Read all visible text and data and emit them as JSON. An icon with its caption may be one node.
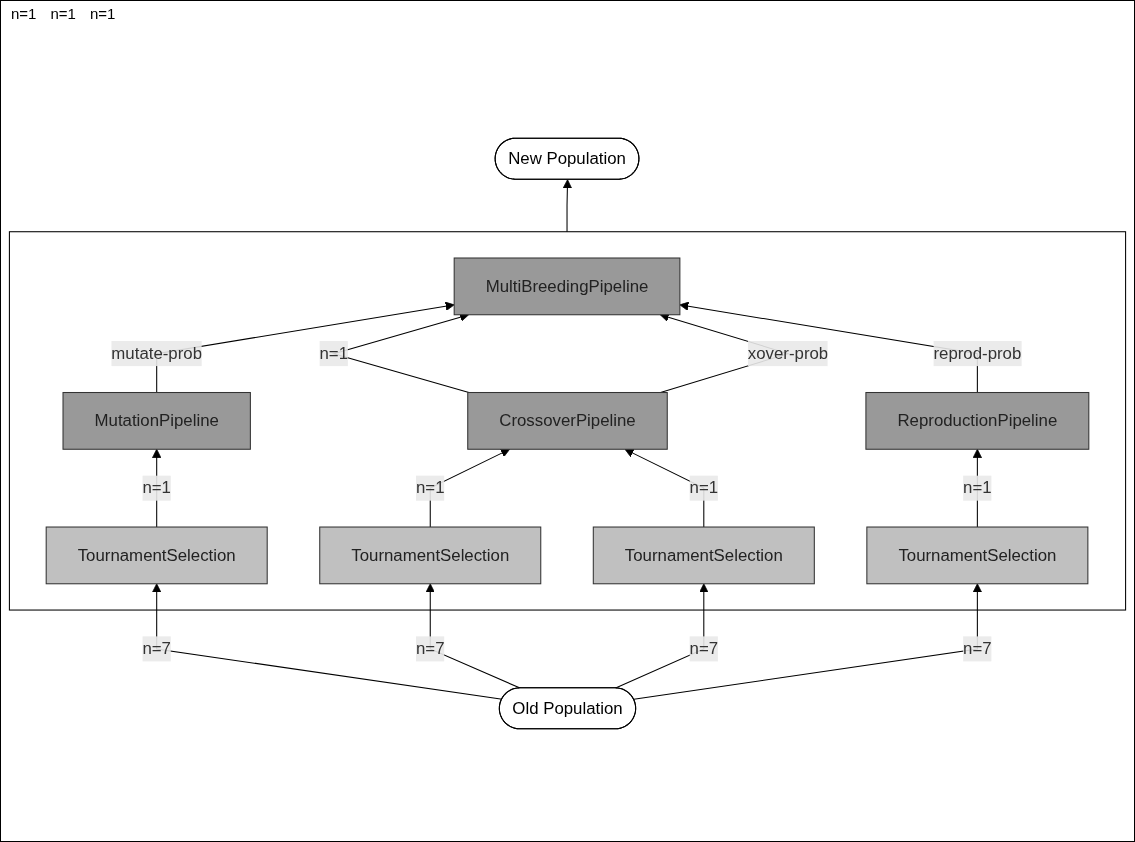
{
  "diagram": {
    "nodes": [
      {
        "text": [
          "New Population"
        ]
      },
      {
        "text": [],
        "shape": "box"
      },
      {
        "text": [
          "MultiBreedingPipeline"
        ],
        "in": 1
      },
      {
        "text": [
          "CrossoverPipeline"
        ],
        "in": 1
      },
      {
        "text": [
          "MutationPipeline"
        ],
        "in": 1
      },
      {
        "text": [
          "ReproductionPipeline"
        ],
        "in": 1
      },
      {
        "text": [
          "TournamentSelection"
        ],
        "in": 1
      },
      {
        "text": [
          "TournamentSelection"
        ],
        "in": 1
      },
      {
        "text": [
          "TournamentSelection"
        ],
        "in": 1
      },
      {
        "text": [
          "TournamentSelection"
        ],
        "in": 1
      },
      {
        "text": [
          "Old Population"
        ]
      }
    ],
    "edges": [
      {
        "from": 1,
        "to": 0,
        "arrow": "to"
      },
      {
        "from": 4,
        "to": 2,
        "arrow": "to",
        "label": "mutate-prob"
      },
      {
        "from": 3,
        "to": 2,
        "arrow": "to",
        "label": "n=1"
      },
      {
        "from": 3,
        "to": 2,
        "arrow": "to",
        "label": "xover-prob"
      },
      {
        "from": 5,
        "to": 2,
        "arrow": "to",
        "label": "reprod-prob"
      },
      {
        "from": 6,
        "to": 4,
        "arrow": "to",
        "label": "n=1"
      },
      {
        "from": 7,
        "to": 3,
        "arrow": "to",
        "label": "n=1"
      },
      {
        "from": 8,
        "to": 3,
        "arrow": "to",
        "label": "n=1"
      },
      {
        "from": 9,
        "to": 5,
        "arrow": "to",
        "label": "n=1"
      },
      {
        "from": 10,
        "to": 6,
        "arrow": "to",
        "label": "n=7"
      },
      {
        "from": 10,
        "to": 7,
        "arrow": "to",
        "label": "n=7"
      },
      {
        "from": 10,
        "to": 8,
        "arrow": "to",
        "label": "n=7"
      },
      {
        "from": 10,
        "to": 9,
        "arrow": "to",
        "label": "n=7"
      }
    ],
    "labels": [
      "n=1",
      "n=1",
      "n=1"
    ]
  }
}
